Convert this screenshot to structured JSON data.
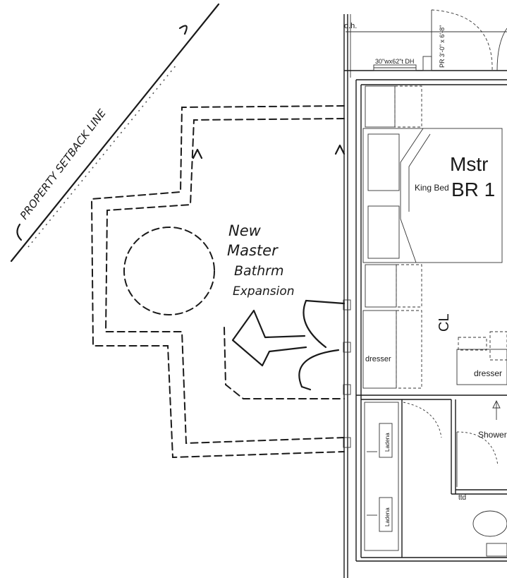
{
  "labels": {
    "oh": "o.h.",
    "window": "30\"wx62\"t DH",
    "door": "PR 3'-0\" x 6'-8\"",
    "room_line1": "Mstr",
    "room_line2": "BR 1",
    "bed": "King Bed",
    "centerline": "CL",
    "dresser_left": "dresser",
    "dresser_right": "dresser",
    "shower": "Shower",
    "sink_upper": "Ladena",
    "sink_lower": "Ladena",
    "ttd": "ttd"
  },
  "handwriting": {
    "setback": "PROPERTY SETBACK LINE",
    "note_line1": "New",
    "note_line2": "Master",
    "note_line3": "Bathrm",
    "note_line4": "Expansion",
    "marker_a1": "A",
    "marker_a2": "A"
  },
  "icons": {
    "arrow": "left-arrow-icon",
    "swing": "door-swing-icon"
  },
  "colors": {
    "ink": "#1a1a1a",
    "paper": "#ffffff"
  }
}
